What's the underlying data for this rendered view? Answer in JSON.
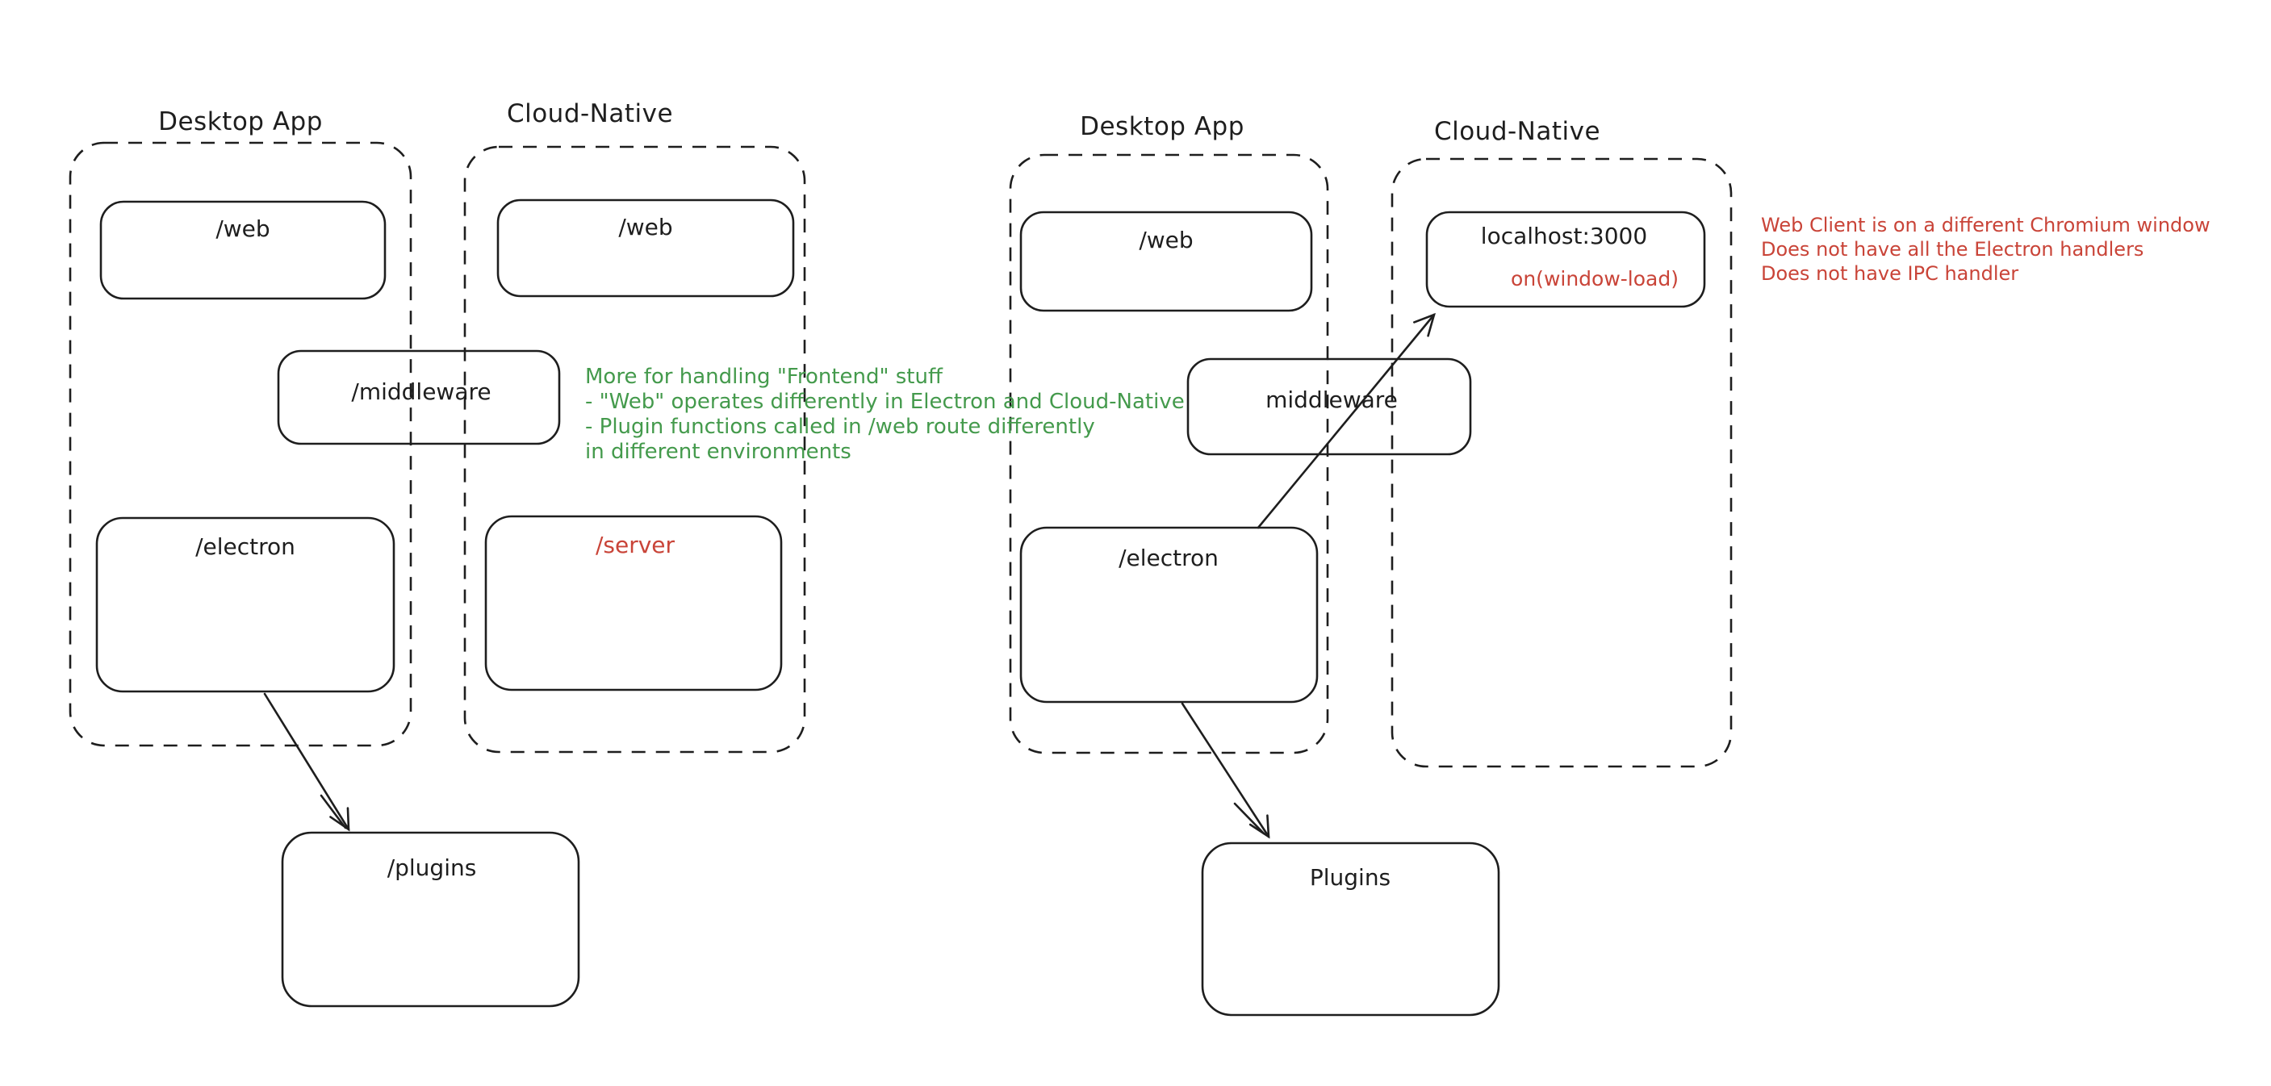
{
  "colors": {
    "stroke": "#1e1e1e",
    "green_text": "#449a4c",
    "red_text": "#c94438",
    "background": "#ffffff"
  },
  "diagram_left": {
    "desktop_container_label": "Desktop App",
    "cloud_container_label": "Cloud-Native",
    "web_desktop_box": "/web",
    "web_cloud_box": "/web",
    "middleware_box": "/middleware",
    "electron_box": "/electron",
    "server_box": "/server",
    "plugins_box": "/plugins"
  },
  "diagram_right": {
    "desktop_container_label": "Desktop App",
    "cloud_container_label": "Cloud-Native",
    "web_box": "/web",
    "localhost_box": "localhost:3000",
    "localhost_sub_label": "on(window-load)",
    "middleware_box": "middleware",
    "electron_box": "/electron",
    "plugins_box": "Plugins"
  },
  "annotations": {
    "green_note": {
      "lines": [
        "More for handling \"Frontend\" stuff",
        "- \"Web\" operates differently in Electron and Cloud-Native",
        "- Plugin functions called in /web route differently",
        "in different environments"
      ]
    },
    "red_note": {
      "lines": [
        "Web Client is on a different Chromium window",
        "Does not have all the Electron handlers",
        "Does not have IPC handler"
      ]
    }
  }
}
